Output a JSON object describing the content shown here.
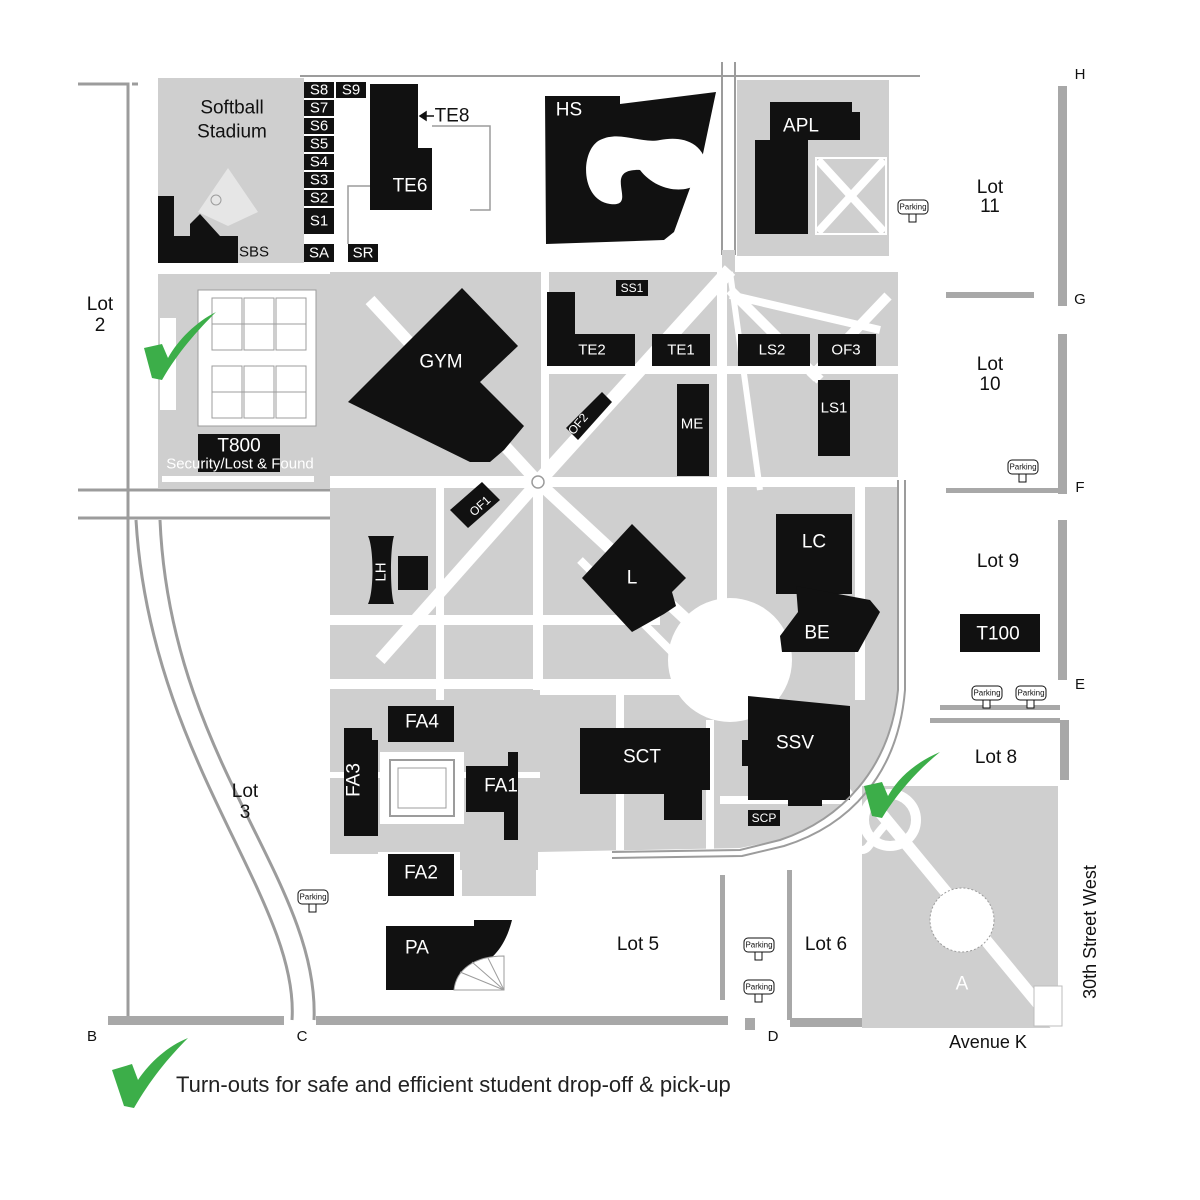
{
  "colors": {
    "building": "#111111",
    "campus_ground": "#cfcfcf",
    "walkway": "#ffffff",
    "road_line": "#9c9c9c",
    "checkmark": "#3cae49"
  },
  "buildings": {
    "softball_stadium": "Softball\nStadium",
    "sbs": "SBS",
    "s_labels": [
      "S1",
      "S2",
      "S3",
      "S4",
      "S5",
      "S6",
      "S7",
      "S8",
      "S9"
    ],
    "sa": "SA",
    "sr": "SR",
    "te8": "TE8",
    "te6": "TE6",
    "hs": "HS",
    "apl": "APL",
    "ss1": "SS1",
    "te2": "TE2",
    "te1": "TE1",
    "ls2": "LS2",
    "of3": "OF3",
    "ls1": "LS1",
    "me": "ME",
    "of2": "OF2",
    "gym": "GYM",
    "t800": "T800",
    "security": "Security/Lost & Found",
    "of1": "OF1",
    "lh": "LH",
    "l": "L",
    "lc": "LC",
    "be": "BE",
    "t100": "T100",
    "fa4": "FA4",
    "fa3": "FA3",
    "fa1": "FA1",
    "sct": "SCT",
    "ssv": "SSV",
    "scp": "SCP",
    "fa2": "FA2",
    "pa": "PA",
    "a": "A"
  },
  "lots": {
    "lot2": [
      "Lot",
      "2"
    ],
    "lot3": [
      "Lot",
      "3"
    ],
    "lot5": "Lot 5",
    "lot6": "Lot 6",
    "lot8": "Lot 8",
    "lot9": "Lot 9",
    "lot10": [
      "Lot",
      "10"
    ],
    "lot11": [
      "Lot",
      "11"
    ]
  },
  "parking_sign": "Parking",
  "corners": {
    "b": "B",
    "c": "C",
    "d": "D",
    "e": "E",
    "f": "F",
    "g": "G",
    "h": "H"
  },
  "streets": {
    "avenue_k": "Avenue K",
    "thirtieth": "30th Street West"
  },
  "legend": {
    "icon": "checkmark-icon",
    "text": "Turn-outs for safe and efficient student drop-off & pick-up"
  }
}
